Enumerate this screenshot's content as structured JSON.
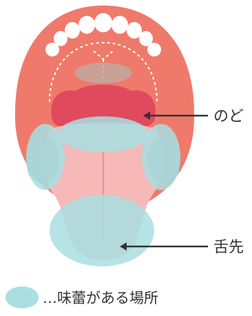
{
  "labels": {
    "throat": "のど",
    "tongue_tip": "舌先"
  },
  "legend": {
    "text": "…味蕾がある場所"
  },
  "colors": {
    "mouth": "#ef7a6b",
    "palate": "#f6b3a6",
    "throat": "#e04a5e",
    "tongue": "#f7b8b8",
    "taste_bud_area": "#a9dfe2",
    "teeth": "#ffffff"
  }
}
